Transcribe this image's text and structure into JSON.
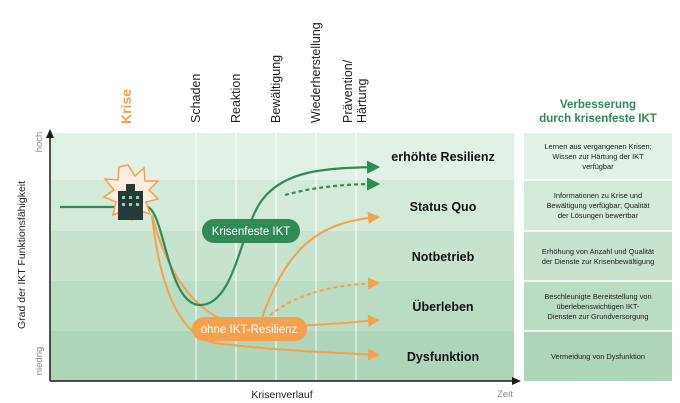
{
  "krise_label": "Krise",
  "phases": [
    "Schaden",
    "Reaktion",
    "Bewältigung",
    "Wiederherstellung",
    "Prävention/",
    "Härtung"
  ],
  "levels": [
    "erhöhte Resilienz",
    "Status Quo",
    "Notbetrieb",
    "Überleben",
    "Dysfunktion"
  ],
  "y_axis": {
    "title": "Grad der IKT Funktionsfähigkeit",
    "high": "hoch",
    "low": "niedrig"
  },
  "x_axis": {
    "title": "Krisenverlauf",
    "end": "Zeit"
  },
  "pills": {
    "green": "Krisenfeste IKT",
    "orange": "ohne IKT-Resilienz"
  },
  "panel": {
    "title_line1": "Verbesserung",
    "title_line2": "durch krisenfeste IKT",
    "boxes": [
      [
        "Lernen aus vergangenen Krisen;",
        "Wissen zur Härtung der IKT",
        "verfügbar"
      ],
      [
        "Informationen zu Krise und",
        "Bewältigung verfügbar; Qualität",
        "der Lösungen bewertbar"
      ],
      [
        "Erhöhung von Anzahl und Qualität",
        "der Dienste zur Krisenbewältigung"
      ],
      [
        "Beschleunigte Bereitstellung von",
        "überlebenswichtigen IKT-",
        "Diensten zur Grundversorgung"
      ],
      [
        "Vermeidung von Dysfunktion"
      ]
    ]
  },
  "colors": {
    "green_dark": "#2f8a57",
    "orange": "#f5a04d",
    "band_1": "#e2f1e5",
    "band_2": "#d3ead9",
    "band_3": "#c7e3ce",
    "band_4": "#badcc3",
    "band_5": "#aed5b9",
    "icon_dark": "#243b3a"
  }
}
